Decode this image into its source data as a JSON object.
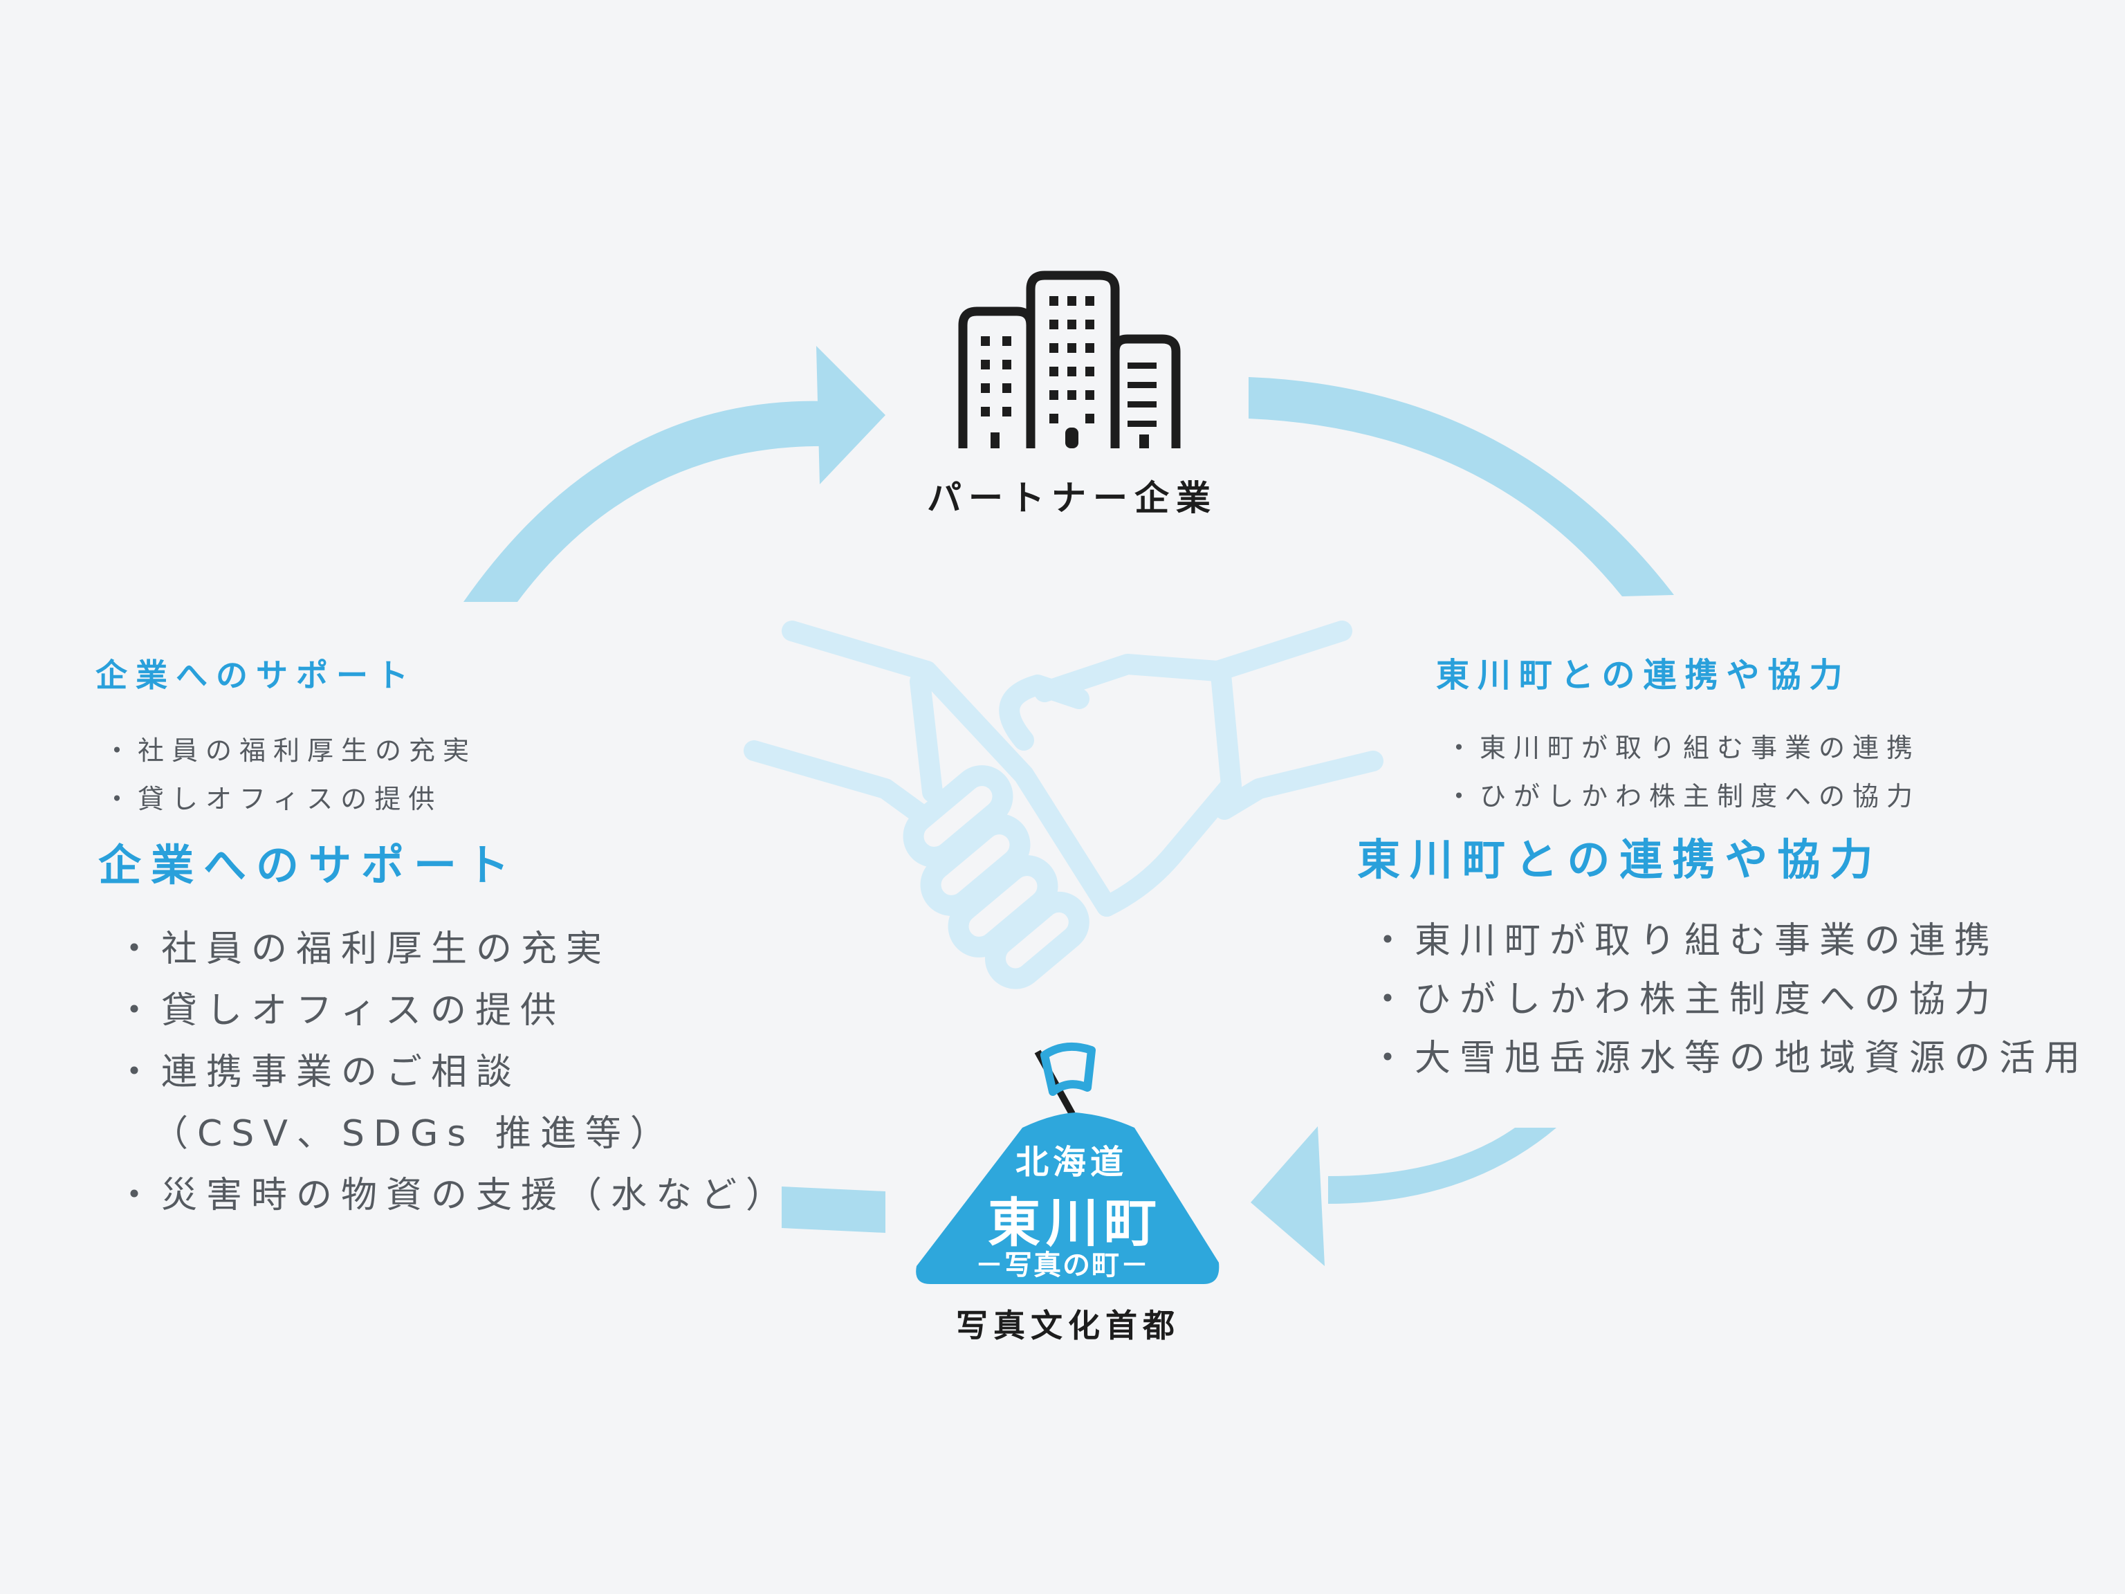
{
  "partner": {
    "label": "パートナー企業"
  },
  "left_small": {
    "heading": "企業へのサポート",
    "items": [
      "・社員の福利厚生の充実",
      "・貸しオフィスの提供"
    ]
  },
  "left_big": {
    "heading": "企業へのサポート",
    "items": [
      "・社員の福利厚生の充実",
      "・貸しオフィスの提供",
      "・連携事業のご相談",
      "（CSV、SDGs 推進等）",
      "・災害時の物資の支援（水など）"
    ]
  },
  "right_small": {
    "heading": "東川町との連携や協力",
    "items": [
      "・東川町が取り組む事業の連携",
      "・ひがしかわ株主制度への協力"
    ]
  },
  "right_big": {
    "heading": "東川町との連携や協力",
    "items": [
      "・東川町が取り組む事業の連携",
      "・ひがしかわ株主制度への協力",
      "・大雪旭岳源水等の地域資源の活用"
    ]
  },
  "logo": {
    "line1": "北海道",
    "line2": "東川町",
    "line3": "－写真の町－",
    "subtitle": "写真文化首都"
  },
  "colors": {
    "arrow": "#abdcef",
    "handshake": "#d3ecf8",
    "heading": "#29a0db",
    "logo_bg": "#2ea7dc",
    "building": "#1d1d1d"
  }
}
